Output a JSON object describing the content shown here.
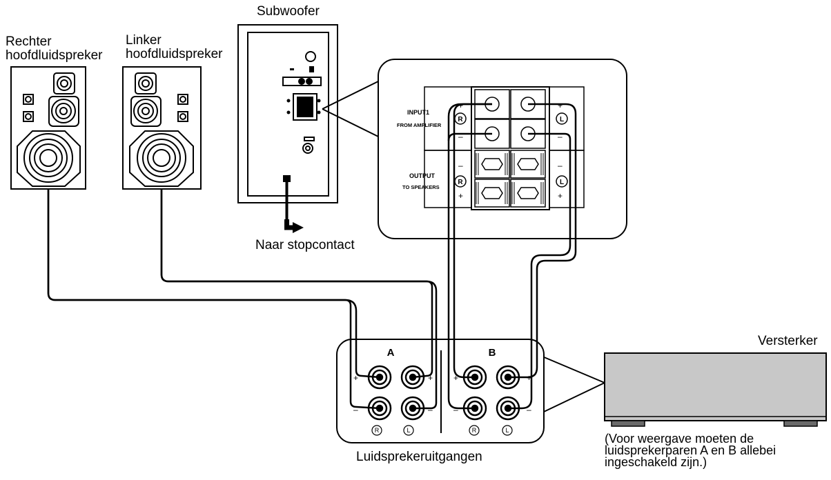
{
  "labels": {
    "subwoofer": "Subwoofer",
    "right_speaker_line1": "Rechter",
    "right_speaker_line2": "hoofdluidspreker",
    "left_speaker_line1": "Linker",
    "left_speaker_line2": "hoofdluidspreker",
    "to_outlet": "Naar stopcontact",
    "speaker_outputs": "Luidsprekeruitgangen",
    "amplifier": "Versterker",
    "note_line1": "(Voor weergave moeten de",
    "note_line2": "luidsprekerparen A en B allebei",
    "note_line3": "ingeschakeld zijn.)"
  },
  "detail": {
    "input_label": "INPUT1",
    "input_sub": "FROM AMPLIFIER",
    "output_label": "OUTPUT",
    "output_sub": "TO SPEAKERS",
    "plus": "+",
    "minus": "–",
    "r_mark": "R",
    "l_mark": "L"
  },
  "terminals": {
    "group_a": "A",
    "group_b": "B",
    "plus": "+",
    "minus": "–",
    "r_mark": "R",
    "l_mark": "L"
  }
}
